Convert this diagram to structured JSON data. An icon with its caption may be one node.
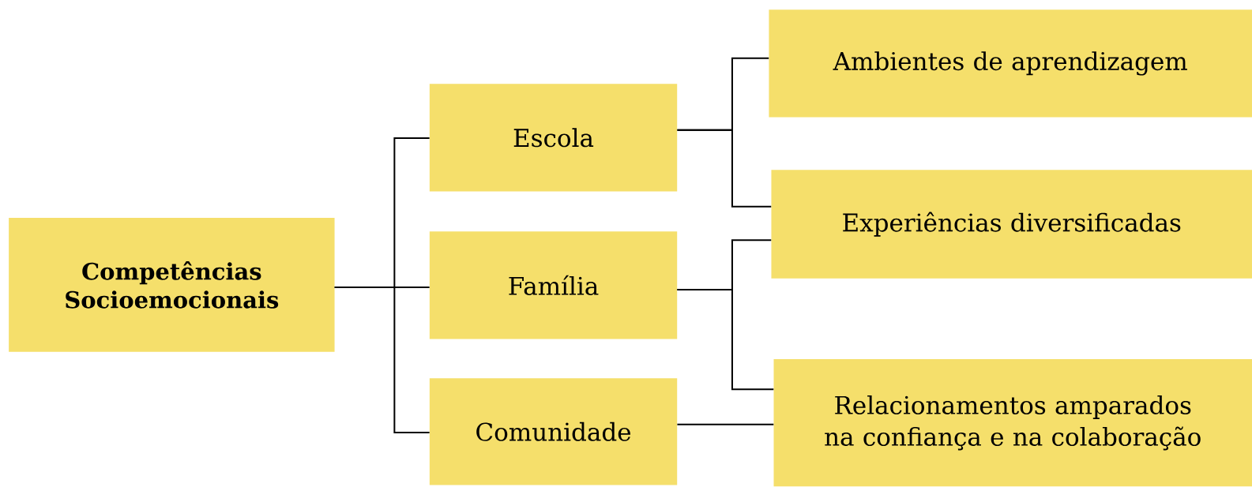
{
  "diagram": {
    "nodes": [
      {
        "text": [
          "Competências Socioemocionais"
        ]
      },
      {
        "text": [
          "Escola"
        ]
      },
      {
        "text": [
          "Família"
        ]
      },
      {
        "text": [
          "Comunidade"
        ]
      },
      {
        "text": [
          "Ambientes de aprendizagem"
        ]
      },
      {
        "text": [
          "Experiências diversificadas"
        ]
      },
      {
        "text": [
          "Relacionamentos amparados na confiança e na colaboração"
        ]
      }
    ],
    "edges": [
      {
        "from": 0,
        "to": 1,
        "arrow": "none"
      },
      {
        "from": 0,
        "to": 2,
        "arrow": "none"
      },
      {
        "from": 0,
        "to": 3,
        "arrow": "none"
      },
      {
        "from": 1,
        "to": 4,
        "arrow": "none"
      },
      {
        "from": 1,
        "to": 5,
        "arrow": "none"
      },
      {
        "from": 2,
        "to": 5,
        "arrow": "none"
      },
      {
        "from": 2,
        "to": 6,
        "arrow": "none"
      },
      {
        "from": 3,
        "to": 6,
        "arrow": "none"
      }
    ]
  }
}
